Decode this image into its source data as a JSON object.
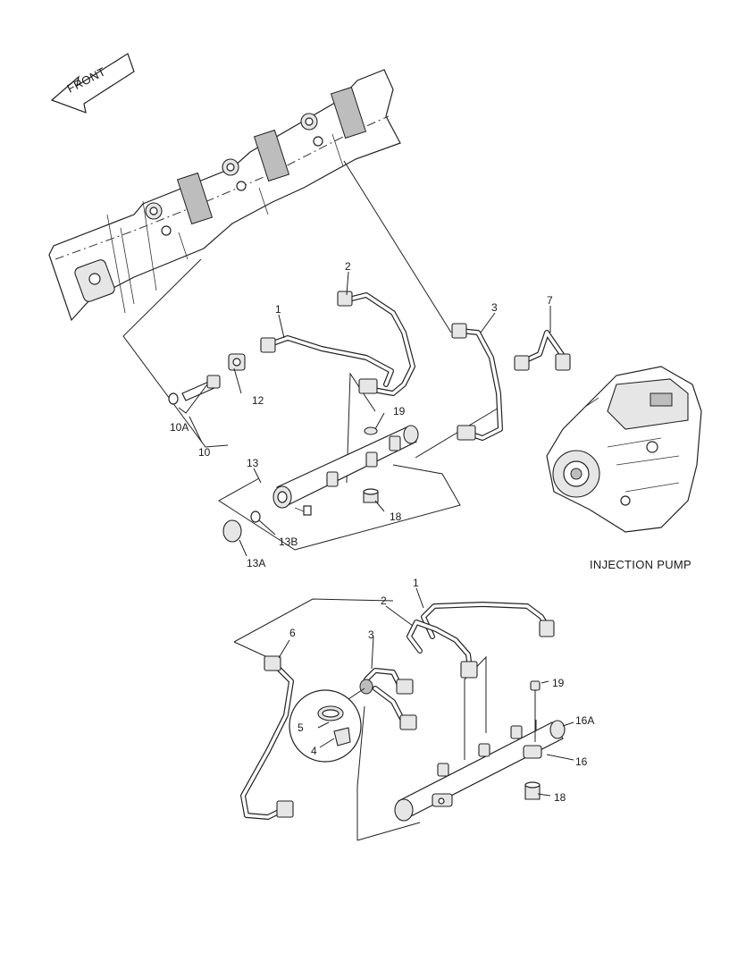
{
  "front_arrow": {
    "label": "FRONT"
  },
  "injection_pump": {
    "label": "INJECTION PUMP"
  },
  "callouts": [
    {
      "id": "c1a",
      "text": "1"
    },
    {
      "id": "c2a",
      "text": "2"
    },
    {
      "id": "c3a",
      "text": "3"
    },
    {
      "id": "c7",
      "text": "7"
    },
    {
      "id": "c12",
      "text": "12"
    },
    {
      "id": "c10a",
      "text": "10A"
    },
    {
      "id": "c10",
      "text": "10"
    },
    {
      "id": "c19a",
      "text": "19"
    },
    {
      "id": "c13",
      "text": "13"
    },
    {
      "id": "c18a",
      "text": "18"
    },
    {
      "id": "c13b",
      "text": "13B"
    },
    {
      "id": "c13a",
      "text": "13A"
    },
    {
      "id": "c1b",
      "text": "1"
    },
    {
      "id": "c2b",
      "text": "2"
    },
    {
      "id": "c6",
      "text": "6"
    },
    {
      "id": "c3b",
      "text": "3"
    },
    {
      "id": "c19b",
      "text": "19"
    },
    {
      "id": "c5",
      "text": "5"
    },
    {
      "id": "c4",
      "text": "4"
    },
    {
      "id": "c16a",
      "text": "16A"
    },
    {
      "id": "c16",
      "text": "16"
    },
    {
      "id": "c18b",
      "text": "18"
    }
  ]
}
